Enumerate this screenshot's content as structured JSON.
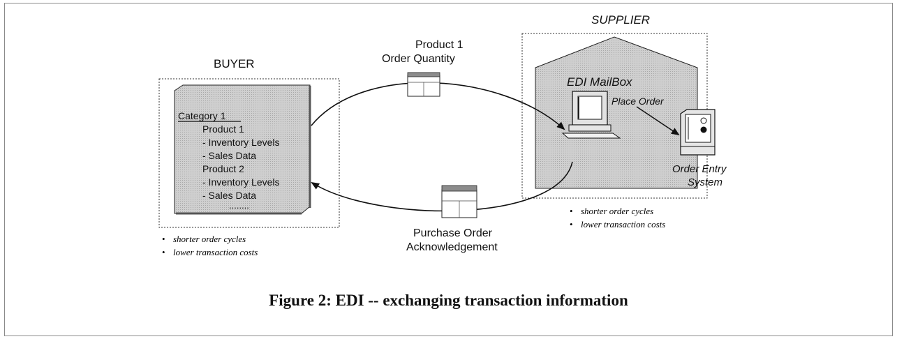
{
  "buyer": {
    "title": "BUYER",
    "category": "Category 1",
    "lines": [
      "Product 1",
      "- Inventory Levels",
      "- Sales Data",
      "Product 2",
      "- Inventory Levels",
      "- Sales Data",
      "........"
    ],
    "benefits": [
      "shorter order cycles",
      "lower transaction costs"
    ]
  },
  "supplier": {
    "title": "SUPPLIER",
    "mailbox": "EDI MailBox",
    "place_order": "Place Order",
    "order_entry_line1": "Order Entry",
    "order_entry_line2": "System",
    "benefits": [
      "shorter order cycles",
      "lower transaction costs"
    ]
  },
  "messages": {
    "top_line1": "Product 1",
    "top_line2": "Order Quantity",
    "bottom_line1": "Purchase Order",
    "bottom_line2": "Acknowledgement"
  },
  "caption": "Figure 2: EDI -- exchanging transaction information",
  "icons": [
    "document-icon",
    "computer-icon",
    "order-entry-system-icon"
  ],
  "colors": {
    "shaded_fill": "#c9c9c9",
    "stroke": "#111111"
  }
}
